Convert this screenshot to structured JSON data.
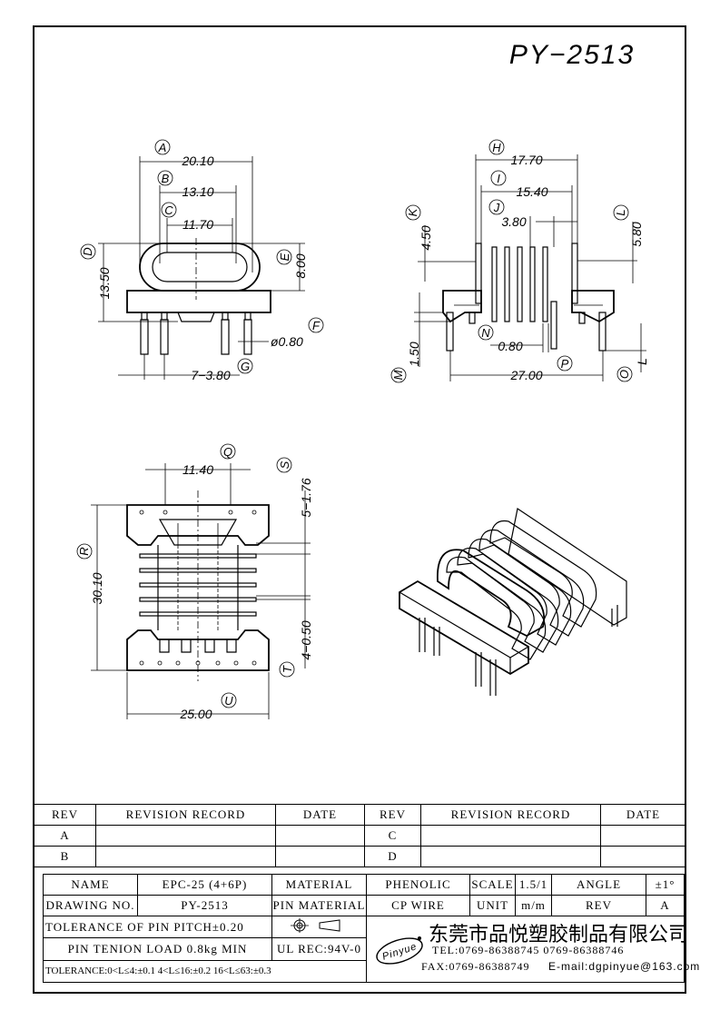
{
  "title": "PY−2513",
  "dims": {
    "A": "20.10",
    "B": "13.10",
    "C": "11.70",
    "D": "13.50",
    "E": "8.00",
    "F": "ø0.80",
    "G": "7−3.80",
    "H": "17.70",
    "I": "15.40",
    "J": "3.80",
    "K": "4.50",
    "L": "5.80",
    "M": "1.50",
    "N": "0.80",
    "O": "L",
    "P": "27.00",
    "Q": "11.40",
    "R": "30.10",
    "S": "5−1.76",
    "T": "4−0.50",
    "U": "25.00"
  },
  "labels": [
    "A",
    "B",
    "C",
    "D",
    "E",
    "F",
    "G",
    "H",
    "I",
    "J",
    "K",
    "L",
    "M",
    "N",
    "O",
    "P",
    "Q",
    "R",
    "S",
    "T",
    "U"
  ],
  "revision": {
    "headers": [
      "REV",
      "REVISION RECORD",
      "DATE",
      "REV",
      "REVISION RECORD",
      "DATE"
    ],
    "rows": [
      [
        "A",
        "",
        "",
        "C",
        "",
        ""
      ],
      [
        "B",
        "",
        "",
        "D",
        "",
        ""
      ]
    ]
  },
  "spec": {
    "name_label": "NAME",
    "name_value": "EPC-25 (4+6P)",
    "material_label": "MATERIAL",
    "material_value": "PHENOLIC",
    "scale_label": "SCALE",
    "scale_value": "1.5/1",
    "angle_label": "ANGLE",
    "angle_value": "±1°",
    "drawing_no_label": "DRAWING NO.",
    "drawing_no_value": "PY-2513",
    "pin_material_label": "PIN MATERIAL",
    "pin_material_value": "CP WIRE",
    "unit_label": "UNIT",
    "unit_value": "m/m",
    "rev_label": "REV",
    "rev_value": "A",
    "tolerance_pitch": "TOLERANCE OF PIN PITCH±0.20",
    "pin_tension": "PIN TENION LOAD 0.8kg MIN",
    "ul_rec": "UL REC:94V-0",
    "tolerance_ranges": "TOLERANCE:0<L≤4:±0.1  4<L≤16:±0.2  16<L≤63:±0.3"
  },
  "company": {
    "logo_text": "Pinyue",
    "name": "东莞市品悦塑胶制品有限公司",
    "tel": "TEL:0769-86388745   0769-86388746",
    "fax": "FAX:0769-86388749",
    "email": "E-mail:dgpinyue@163.com"
  }
}
